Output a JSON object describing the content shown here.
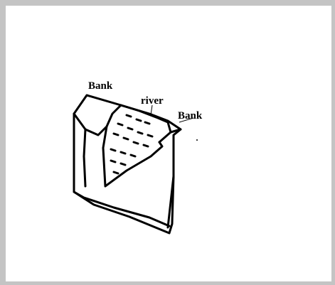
{
  "diagram": {
    "labels": {
      "bank_left": "Bank",
      "river": "river",
      "bank_right": "Bank"
    }
  },
  "colors": {
    "background_frame": "#c4c4c4",
    "canvas": "#ffffff",
    "ink": "#000000"
  }
}
